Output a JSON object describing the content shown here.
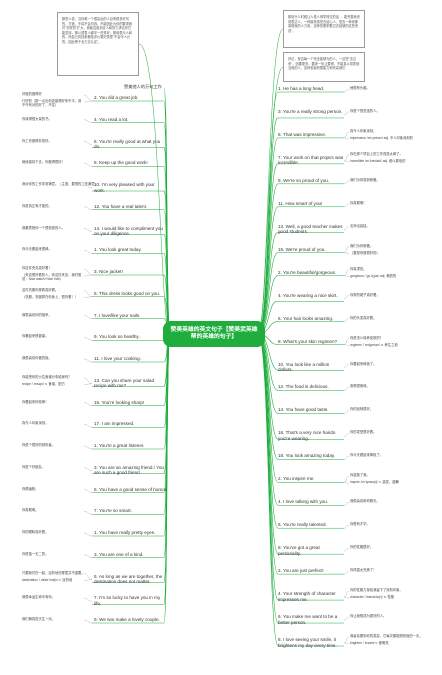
{
  "center": "赞美英雄的英文句子【赞美武英雄帮的英雄的句子】",
  "intro_boxes": [
    "那些人说，当你看一个很高远的人目有很多好句的，打造、不讲不会句钱，不能因此为你的要求我们\"怎样的\"扩大，我能否用到去人和的力求合作它能坚持，那以透表人都拿一些事好，那就表示人和的，而自己向找参都给评价更好类型\"不会令人计的，因此等于全力去认定\"。",
    "那说什么时候让人是人得学得交的话 → 能完整地来到表达人，一种最有感觉去给心人，是否一种你那英雄就的人力用，这种的更积累过去给够的这些来说\"。",
    "好记，是否每一个完全能够为的人，一这些\"去过来\"。则要更多，要求一句让要得，不能真以帮表就当他的人，这种也能积累能力和完善我们"
  ],
  "left": {
    "heading": "赞美他人的万句工作",
    "items": [
      {
        "label": "2. You did a great job.",
        "notes": [
          "好极的做得好",
          "行好的（那一点出你还能得好来不平，到不令有对的好了，不定）"
        ]
      },
      {
        "label": "4. You read a lot.",
        "notes": [
          "你读得很大量的书。"
        ]
      },
      {
        "label": "6. You're really good at what you do.",
        "notes": [
          "你工作做得非常好。"
        ]
      },
      {
        "label": "8. Keep up the good work!",
        "notes": [
          "继续保持下去，你做得很好！"
        ]
      },
      {
        "label": "10. I'm very pleased with your work.",
        "notes": [
          "我对你的工作非常满意。（主语，要很的工作满意）"
        ]
      },
      {
        "label": "12. You have a real talent.",
        "notes": [
          "你是真正有才能的。"
        ]
      },
      {
        "label": "14. I would like to compliment you on your diligence.",
        "notes": [
          "我要表扬你一个很勤奋的人。"
        ]
      },
      {
        "label": "1. You look great today.",
        "notes": [
          "你今天看起来很棒。"
        ]
      },
      {
        "label": "3. Nice jacket!",
        "notes": [
          "你这件夹克真好看！",
          "（夹克很好看的人，你这件夹克，我们想说：Nice watch! Nice hat!）"
        ]
      },
      {
        "label": "5. This dress looks good on you.",
        "notes": [
          "这件衣服你穿着真好看。",
          "（衣服，衣服穿在你身上，很好看！）"
        ]
      },
      {
        "label": "7. I love/like your nails.",
        "notes": [
          "我很喜欢你的指甲。"
        ]
      },
      {
        "label": "9. You look so healthy.",
        "notes": [
          "你看起来很健康。"
        ]
      },
      {
        "label": "11. I love your cooking.",
        "notes": [
          "我很喜欢你做的饭。"
        ]
      },
      {
        "label": "13. Can you share your salad recipe with me?",
        "notes": [
          "你能把你的沙拉食谱分享给我吗？",
          "recipe /ˈresəpi/ n. 食谱，配方"
        ]
      },
      {
        "label": "15. You're looking sharp!",
        "notes": [
          "你看起来好精神！"
        ]
      },
      {
        "label": "17. I am impressed.",
        "notes": [
          "真令人印象深刻。"
        ]
      },
      {
        "label": "1. You're a great listener.",
        "notes": [
          "你是个很好的倾听者。"
        ]
      },
      {
        "label": "3. You are an amazing friend./ You are such a good friend.",
        "notes": [
          "你是个好朋友。"
        ]
      },
      {
        "label": "5. You have a good sense of humor.",
        "notes": [
          "你很幽默。"
        ]
      },
      {
        "label": "7. You're so smart.",
        "notes": [
          "你真聪明。"
        ]
      },
      {
        "label": "1. You have really pretty eyes.",
        "notes": [
          "你的眼睛真好看。"
        ]
      },
      {
        "label": "3. You are one of a kind.",
        "notes": [
          "你是独一无二的。"
        ]
      },
      {
        "label": "5. As long as we are together, the destination does not matter.",
        "notes": [
          "只要我们在一起，目的地在哪里并不重要。",
          "destination /ˌdestɪˈneɪʃn/ n. 目的地"
        ]
      },
      {
        "label": "7. I'm so lucky to have you in my life.",
        "notes": [
          "我很幸运生命中有你。"
        ]
      },
      {
        "label": "9. We two make a lovely couple.",
        "notes": [
          "我们俩真是天生一对。"
        ]
      }
    ]
  },
  "right": {
    "items": [
      {
        "label": "1. He has a long head.",
        "notes": [
          "他很有头脑。"
        ]
      },
      {
        "label": "3. You're a really strong person.",
        "notes": [
          "你是个很坚强的人。"
        ]
      },
      {
        "label": "5. That was impressive.",
        "notes": [
          "真令人印象深刻。",
          "impressive /ɪmˈpresɪv/ adj. 令人印象深刻的"
        ]
      },
      {
        "label": "7. Your work on that project was incredible.",
        "notes": [
          "你在那个项目上的工作真是太棒了。",
          "incredible /ɪnˈkredəbl/ adj. 难以置信的"
        ]
      },
      {
        "label": "9. We're so proud of you.",
        "notes": [
          "我们为你感到骄傲。"
        ]
      },
      {
        "label": "11. How smart of you!",
        "notes": [
          "你真聪明！"
        ]
      },
      {
        "label": "13. Well, a good teacher makes good students.",
        "notes": [
          "名师出高徒。"
        ]
      },
      {
        "label": "15. We're proud of you.",
        "notes": [
          "我们为你骄傲。",
          "（要是你做很好的）"
        ]
      },
      {
        "label": "2. You're beautiful/gorgeous.",
        "notes": [
          "你真漂亮。",
          "gorgeous /ˈɡɔːdʒəs/ adj. 美丽的"
        ]
      },
      {
        "label": "4. You're wearing a nice skirt.",
        "notes": [
          "你穿的裙子真好看。"
        ]
      },
      {
        "label": "6. Your hair looks amazing.",
        "notes": [
          "你的头发真好看。"
        ]
      },
      {
        "label": "8. What's your skin regimen?",
        "notes": [
          "你是怎么保养皮肤的？",
          "regimen /ˈredʒɪmən/ n. 养生之道"
        ]
      },
      {
        "label": "10. You look like a million dollars.",
        "notes": [
          "你看起来棒极了。"
        ]
      },
      {
        "label": "12. The food is delicious.",
        "notes": [
          "食物很美味。"
        ]
      },
      {
        "label": "14. You have good taste.",
        "notes": [
          "你的品味很好。"
        ]
      },
      {
        "label": "16. That's a very nice hairdo you're wearing.",
        "notes": [
          "你的发型很好看。"
        ]
      },
      {
        "label": "18. You look amazing today.",
        "notes": [
          "你今天看起来棒极了。"
        ]
      },
      {
        "label": "2. You inspire me.",
        "notes": [
          "你激励了我。",
          "inspire /ɪnˈspaɪə(r)/ v. 激发，鼓舞"
        ]
      },
      {
        "label": "4. I love talking with you.",
        "notes": [
          "我很喜欢和你聊天。"
        ]
      },
      {
        "label": "6. You're really talented.",
        "notes": [
          "你很有才华。"
        ]
      },
      {
        "label": "8. You've got a great personality.",
        "notes": [
          "你的性格很好。"
        ]
      },
      {
        "label": "2. You are just perfect!",
        "notes": [
          "你简直太完美了！"
        ]
      },
      {
        "label": "4. Your strength of character impresses me.",
        "notes": [
          "你的性格力量给我留下了深刻印象。",
          "character /ˈkærəktə(r)/ n. 性格"
        ]
      },
      {
        "label": "6. You make me want to be a better person.",
        "notes": [
          "你让我想成为更好的人。"
        ]
      },
      {
        "label": "8. I love seeing your smile, it brightens my day every time.",
        "notes": [
          "我喜欢看到你的笑容，它每次都能照亮我的一天。",
          "brighten /ˈbraɪtn/ v. 使明亮"
        ]
      }
    ]
  },
  "colors": {
    "center": "#1fae3d",
    "line": "#1fae3d",
    "text": "#333333"
  }
}
